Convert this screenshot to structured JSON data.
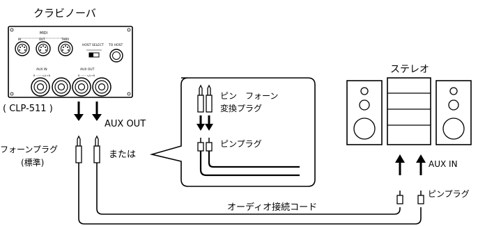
{
  "labels": {
    "clavinova": "クラビノーバ",
    "model": "( CLP-511 )",
    "aux_out": "AUX OUT",
    "phone_plug": "フォーンプラグ",
    "standard": "(標準)",
    "or": "または",
    "adapter_line1": "ピン　フォーン",
    "adapter_line2": "変換プラグ",
    "pin_plug_inset": "ピンプラグ",
    "stereo": "ステレオ",
    "aux_in": "AUX IN",
    "pin_plug": "ピンプラグ",
    "audio_cord": "オーディオ接続コード"
  },
  "panel": {
    "midi": "MIDI",
    "midi_in": "IN",
    "midi_out": "OUT",
    "midi_thru": "THRU",
    "host_select": "HOST SELECT",
    "to_host": "TO HOST",
    "aux_in": "AUX IN",
    "aux_out": "AUX OUT",
    "aux_in_ch": "R ·········L/L+R",
    "aux_out_ch": "R ·········L/L+R"
  }
}
